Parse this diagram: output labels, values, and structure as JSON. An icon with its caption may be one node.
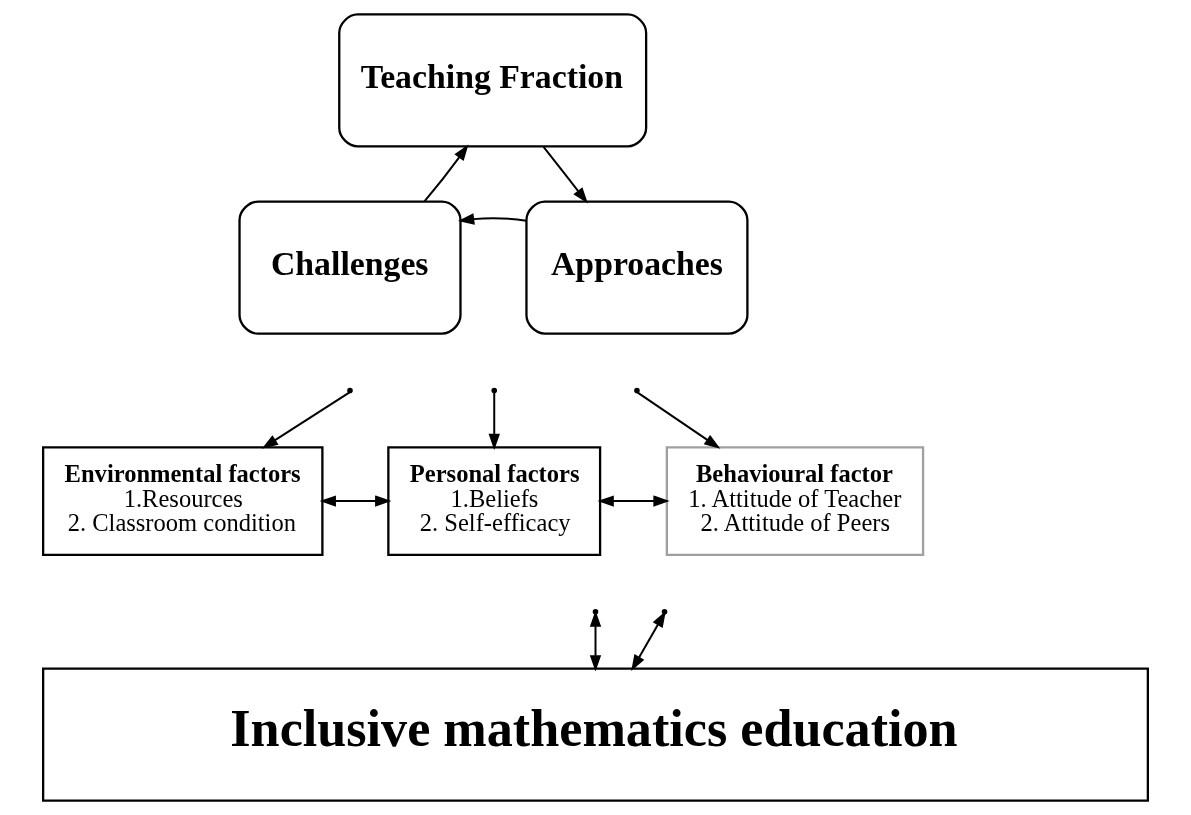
{
  "diagram": {
    "nodes": [
      {
        "text": [
          "Teaching Fraction"
        ]
      },
      {
        "text": [
          "Approaches"
        ]
      },
      {
        "text": [
          "Challenges"
        ]
      },
      {
        "text": [
          "Environmental factors",
          "1.Resources",
          "2. Classroom condition"
        ]
      },
      {
        "text": [
          "Personal factors",
          "1.Beliefs",
          "2. Self-efficacy"
        ]
      },
      {
        "text": [
          "Behavioural factor",
          "1. Attitude of Teacher",
          "2. Attitude of Peers"
        ]
      },
      {
        "text": [
          "Inclusive mathematics education"
        ]
      }
    ],
    "edges": [
      {
        "from": 0,
        "to": 1,
        "arrow": "to"
      },
      {
        "from": 1,
        "to": 2,
        "arrow": "to"
      },
      {
        "from": 2,
        "to": 0,
        "arrow": "to"
      },
      {
        "from": null,
        "to": 3,
        "arrow": "to"
      },
      {
        "from": null,
        "to": 4,
        "arrow": "to"
      },
      {
        "from": null,
        "to": 5,
        "arrow": "to"
      },
      {
        "from": 3,
        "to": 4,
        "arrow": "both"
      },
      {
        "from": 4,
        "to": 5,
        "arrow": "both"
      },
      {
        "from": null,
        "to": 6,
        "arrow": "both"
      },
      {
        "from": null,
        "to": 6,
        "arrow": "both"
      }
    ]
  }
}
